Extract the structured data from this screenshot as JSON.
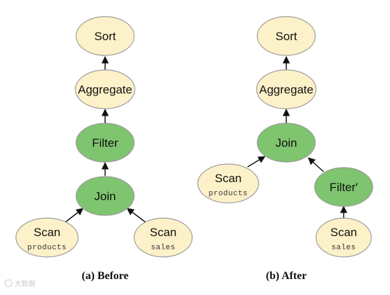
{
  "colors": {
    "plain": "#fdf1c9",
    "highlight": "#7fc46e",
    "stroke": "#9c9c9c",
    "arrow": "#111111"
  },
  "before": {
    "caption": "(a) Before",
    "sort": "Sort",
    "aggregate": "Aggregate",
    "filter": "Filter",
    "join": "Join",
    "scan_products": {
      "title": "Scan",
      "sub": "products"
    },
    "scan_sales": {
      "title": "Scan",
      "sub": "sales"
    }
  },
  "after": {
    "caption": "(b) After",
    "sort": "Sort",
    "aggregate": "Aggregate",
    "join": "Join",
    "filter": "Filter′",
    "scan_products": {
      "title": "Scan",
      "sub": "products"
    },
    "scan_sales": {
      "title": "Scan",
      "sub": "sales"
    }
  },
  "watermark": "大数据"
}
